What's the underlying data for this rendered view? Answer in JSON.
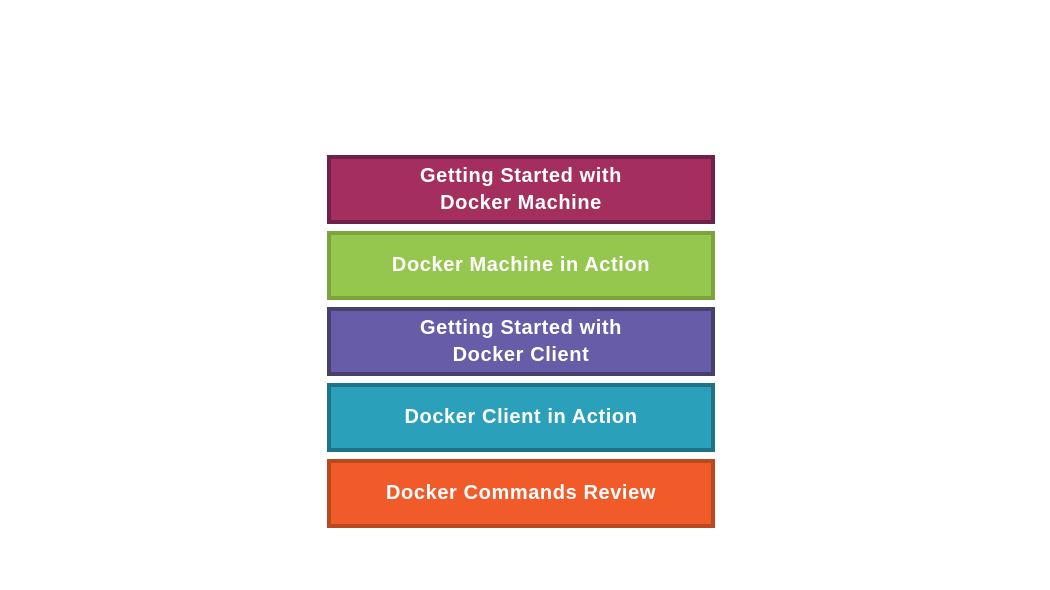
{
  "page": {
    "background": "#ffffff"
  },
  "diagram": {
    "description": "Vertical stack of course module boxes",
    "text_color": "#ffffff",
    "boxes": [
      {
        "label": "Getting Started with\nDocker Machine",
        "fill": "#a42e5d",
        "border": "#6e2149"
      },
      {
        "label": "Docker Machine in Action",
        "fill": "#95c74e",
        "border": "#7ba43d"
      },
      {
        "label": "Getting Started with\nDocker Client",
        "fill": "#665ca7",
        "border": "#46406f"
      },
      {
        "label": "Docker Client in Action",
        "fill": "#2ba0ba",
        "border": "#1e7389"
      },
      {
        "label": "Docker Commands Review",
        "fill": "#f15a29",
        "border": "#b94a20"
      }
    ]
  }
}
